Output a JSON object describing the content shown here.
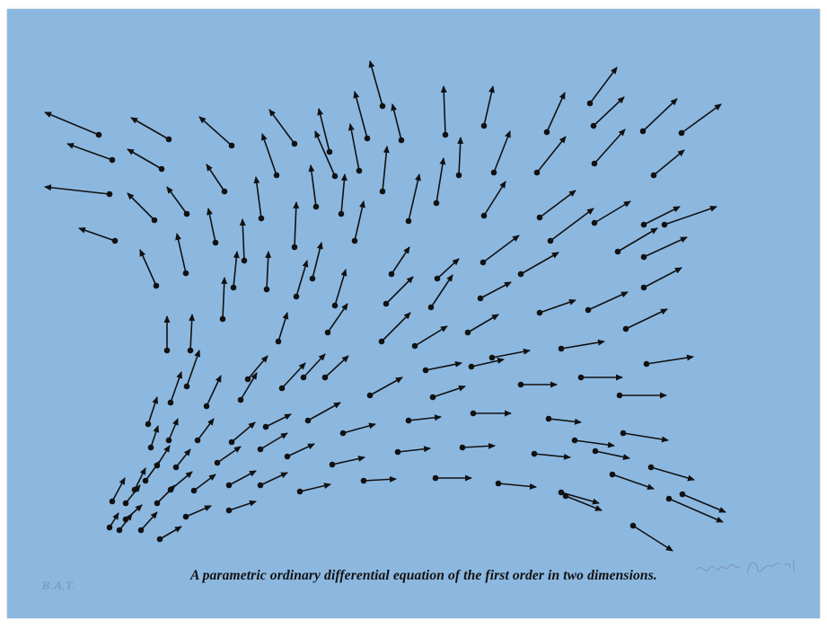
{
  "caption": "A parametric ordinary differential equation of the first order in two dimensions.",
  "edition_mark": "B.A.T.",
  "colors": {
    "paper": "#8cb8e0",
    "ink": "#111111",
    "pencil": "#6f93b8"
  },
  "vectors": [
    [
      110,
      150,
      -60,
      -25
    ],
    [
      125,
      178,
      -50,
      -18
    ],
    [
      122,
      216,
      -72,
      -8
    ],
    [
      128,
      268,
      -40,
      -14
    ],
    [
      188,
      155,
      -42,
      -24
    ],
    [
      180,
      188,
      -38,
      -22
    ],
    [
      172,
      245,
      -30,
      -30
    ],
    [
      208,
      238,
      -22,
      -30
    ],
    [
      174,
      318,
      -18,
      -40
    ],
    [
      207,
      304,
      -10,
      -44
    ],
    [
      258,
      162,
      -36,
      -32
    ],
    [
      250,
      213,
      -20,
      -30
    ],
    [
      240,
      270,
      -8,
      -38
    ],
    [
      272,
      290,
      -2,
      -46
    ],
    [
      328,
      160,
      -28,
      -38
    ],
    [
      308,
      195,
      -16,
      -46
    ],
    [
      291,
      243,
      -6,
      -46
    ],
    [
      297,
      322,
      2,
      -42
    ],
    [
      328,
      275,
      2,
      -50
    ],
    [
      367,
      169,
      -12,
      -48
    ],
    [
      373,
      196,
      -22,
      -50
    ],
    [
      352,
      230,
      -6,
      -46
    ],
    [
      348,
      310,
      10,
      -40
    ],
    [
      400,
      190,
      -10,
      -52
    ],
    [
      426,
      118,
      -14,
      -50
    ],
    [
      409,
      154,
      -14,
      -52
    ],
    [
      380,
      238,
      4,
      -44
    ],
    [
      395,
      268,
      10,
      -44
    ],
    [
      426,
      213,
      5,
      -50
    ],
    [
      447,
      156,
      -10,
      -40
    ],
    [
      455,
      246,
      12,
      -52
    ],
    [
      496,
      150,
      -2,
      -54
    ],
    [
      486,
      226,
      8,
      -50
    ],
    [
      511,
      195,
      2,
      -42
    ],
    [
      539,
      140,
      10,
      -44
    ],
    [
      550,
      192,
      18,
      -46
    ],
    [
      539,
      240,
      24,
      -38
    ],
    [
      598,
      192,
      32,
      -40
    ],
    [
      609,
      147,
      20,
      -44
    ],
    [
      657,
      115,
      30,
      -40
    ],
    [
      662,
      182,
      34,
      -38
    ],
    [
      716,
      146,
      38,
      -36
    ],
    [
      728,
      195,
      34,
      -28
    ],
    [
      759,
      148,
      44,
      -32
    ],
    [
      661,
      140,
      34,
      -32
    ],
    [
      601,
      242,
      40,
      -30
    ],
    [
      613,
      268,
      48,
      -36
    ],
    [
      662,
      248,
      40,
      -24
    ],
    [
      688,
      280,
      44,
      -26
    ],
    [
      717,
      250,
      40,
      -20
    ],
    [
      740,
      250,
      58,
      -20
    ],
    [
      717,
      286,
      48,
      -22
    ],
    [
      717,
      320,
      42,
      -22
    ],
    [
      538,
      292,
      40,
      -30
    ],
    [
      580,
      305,
      42,
      -24
    ],
    [
      601,
      348,
      40,
      -14
    ],
    [
      655,
      345,
      44,
      -20
    ],
    [
      697,
      366,
      46,
      -22
    ],
    [
      625,
      388,
      48,
      -8
    ],
    [
      720,
      405,
      52,
      -8
    ],
    [
      186,
      390,
      0,
      -38
    ],
    [
      212,
      390,
      2,
      -40
    ],
    [
      248,
      355,
      2,
      -46
    ],
    [
      260,
      320,
      4,
      -40
    ],
    [
      310,
      380,
      10,
      -32
    ],
    [
      330,
      330,
      12,
      -40
    ],
    [
      365,
      370,
      22,
      -32
    ],
    [
      373,
      340,
      12,
      -40
    ],
    [
      425,
      380,
      32,
      -32
    ],
    [
      430,
      338,
      30,
      -30
    ],
    [
      462,
      385,
      36,
      -22
    ],
    [
      480,
      342,
      24,
      -36
    ],
    [
      521,
      370,
      34,
      -20
    ],
    [
      535,
      332,
      34,
      -18
    ],
    [
      487,
      310,
      24,
      -22
    ],
    [
      436,
      305,
      20,
      -30
    ],
    [
      165,
      472,
      10,
      -30
    ],
    [
      190,
      448,
      12,
      -34
    ],
    [
      208,
      430,
      14,
      -40
    ],
    [
      230,
      452,
      16,
      -34
    ],
    [
      268,
      445,
      18,
      -30
    ],
    [
      276,
      422,
      22,
      -26
    ],
    [
      314,
      432,
      26,
      -28
    ],
    [
      338,
      420,
      24,
      -26
    ],
    [
      362,
      420,
      26,
      -24
    ],
    [
      343,
      468,
      36,
      -20
    ],
    [
      412,
      440,
      36,
      -20
    ],
    [
      482,
      442,
      36,
      -12
    ],
    [
      474,
      412,
      40,
      -8
    ],
    [
      525,
      408,
      36,
      -8
    ],
    [
      548,
      398,
      42,
      -8
    ],
    [
      580,
      428,
      40,
      0
    ],
    [
      647,
      420,
      46,
      0
    ],
    [
      690,
      440,
      52,
      0
    ],
    [
      527,
      460,
      42,
      0
    ],
    [
      455,
      468,
      36,
      -4
    ],
    [
      382,
      482,
      36,
      -10
    ],
    [
      611,
      466,
      36,
      4
    ],
    [
      640,
      490,
      44,
      6
    ],
    [
      694,
      482,
      50,
      8
    ],
    [
      168,
      498,
      8,
      -24
    ],
    [
      188,
      490,
      10,
      -24
    ],
    [
      175,
      518,
      14,
      -22
    ],
    [
      196,
      520,
      16,
      -20
    ],
    [
      220,
      490,
      18,
      -24
    ],
    [
      242,
      515,
      26,
      -18
    ],
    [
      258,
      492,
      26,
      -22
    ],
    [
      290,
      500,
      30,
      -18
    ],
    [
      320,
      508,
      30,
      -14
    ],
    [
      296,
      475,
      28,
      -14
    ],
    [
      370,
      517,
      36,
      -8
    ],
    [
      443,
      503,
      36,
      -4
    ],
    [
      515,
      498,
      36,
      -2
    ],
    [
      595,
      505,
      40,
      4
    ],
    [
      663,
      502,
      38,
      8
    ],
    [
      725,
      520,
      48,
      14
    ],
    [
      125,
      558,
      14,
      -26
    ],
    [
      150,
      545,
      12,
      -24
    ],
    [
      140,
      560,
      16,
      -20
    ],
    [
      162,
      535,
      16,
      -22
    ],
    [
      175,
      560,
      20,
      -20
    ],
    [
      190,
      545,
      24,
      -20
    ],
    [
      216,
      546,
      24,
      -18
    ],
    [
      255,
      540,
      30,
      -16
    ],
    [
      290,
      540,
      30,
      -14
    ],
    [
      334,
      547,
      34,
      -8
    ],
    [
      405,
      535,
      36,
      -2
    ],
    [
      485,
      532,
      40,
      0
    ],
    [
      555,
      538,
      42,
      4
    ],
    [
      625,
      548,
      42,
      12
    ],
    [
      682,
      528,
      46,
      16
    ],
    [
      760,
      550,
      48,
      20
    ],
    [
      122,
      587,
      10,
      -16
    ],
    [
      133,
      590,
      14,
      -18
    ],
    [
      140,
      578,
      18,
      -16
    ],
    [
      157,
      590,
      18,
      -20
    ],
    [
      178,
      600,
      24,
      -14
    ],
    [
      207,
      575,
      28,
      -12
    ],
    [
      255,
      568,
      30,
      -10
    ],
    [
      630,
      552,
      40,
      16
    ],
    [
      745,
      555,
      60,
      26
    ],
    [
      705,
      585,
      44,
      28
    ]
  ]
}
